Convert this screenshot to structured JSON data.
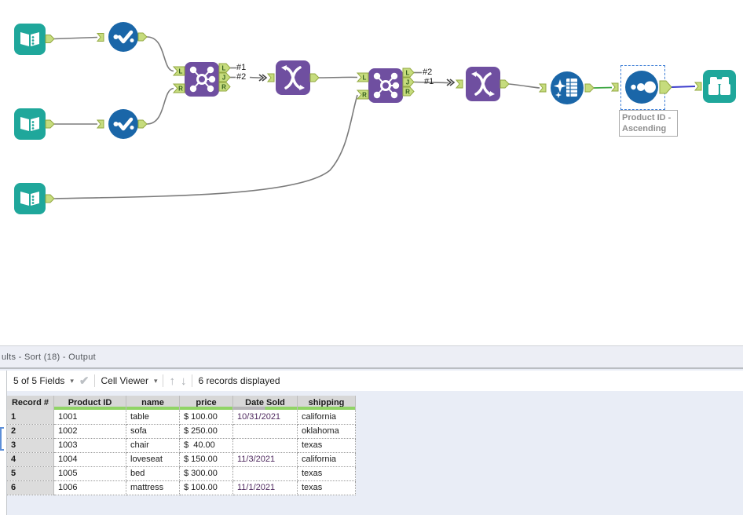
{
  "colors": {
    "tool_teal": "#1FA79B",
    "tool_blue": "#1A66A8",
    "tool_purple": "#6F4FA0",
    "anchor_green": "#C6DC7D",
    "anchor_border": "#93A842",
    "quality_green": "#90D465",
    "quality_gray": "#B5B5B5",
    "connection_gray": "#7B7B7B",
    "connection_green": "#3AA53F",
    "connection_blue": "#3C3CCC",
    "selection_blue": "#3F7FD6",
    "date_text": "#4F2A5F"
  },
  "canvas": {
    "port_labels": {
      "l": "L",
      "j": "J",
      "r": "R"
    },
    "connection_labels": {
      "join1_l": "#1",
      "join1_j": "#2",
      "join2_l": "#2",
      "join2_j": "#1"
    },
    "sort_annotation": {
      "line1": "Product ID -",
      "line2": "Ascending"
    }
  },
  "results": {
    "title": "ults - Sort (18) - Output",
    "toolbar": {
      "fields_selector": "5 of 5 Fields",
      "cell_viewer": "Cell Viewer",
      "records_status": "6 records displayed"
    },
    "table": {
      "columns": [
        "Record #",
        "Product ID",
        "name",
        "price",
        "Date Sold",
        "shipping"
      ],
      "rows": [
        [
          "1",
          "1001",
          "table",
          "$ 100.00",
          "10/31/2021",
          "california"
        ],
        [
          "2",
          "1002",
          "sofa",
          "$ 250.00",
          "",
          "oklahoma"
        ],
        [
          "3",
          "1003",
          "chair",
          "$  40.00",
          "",
          "texas"
        ],
        [
          "4",
          "1004",
          "loveseat",
          "$ 150.00",
          "11/3/2021",
          "california"
        ],
        [
          "5",
          "1005",
          "bed",
          "$ 300.00",
          "",
          "texas"
        ],
        [
          "6",
          "1006",
          "mattress",
          "$ 100.00",
          "11/1/2021",
          "texas"
        ]
      ]
    }
  }
}
